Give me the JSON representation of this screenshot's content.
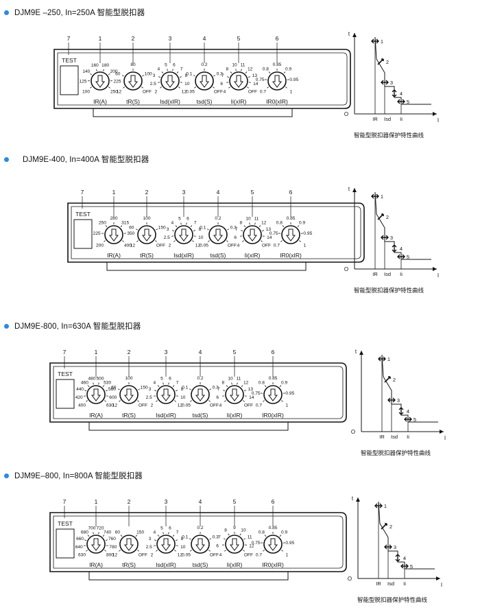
{
  "curve_caption": "智能型脱扣器保护特性曲线",
  "curve_axes": {
    "t": "t",
    "o": "O",
    "i": "I",
    "ir": "IR",
    "isd": "Isd",
    "ii": "Ii"
  },
  "test_label": "TEST",
  "sections": [
    {
      "title": "DJM9E –250, In=250A  智能型脱扣器",
      "columns": [
        "7",
        "1",
        "2",
        "3",
        "4",
        "5",
        "6"
      ],
      "dials": [
        {
          "label": "IR(A)",
          "scale": [
            "100",
            "125",
            "140",
            "160",
            "180",
            "200",
            "225",
            "250"
          ]
        },
        {
          "label": "tR(S)",
          "scale": [
            "12",
            "60",
            "80",
            "100",
            "OFF"
          ]
        },
        {
          "label": "Isd(xIR)",
          "scale": [
            "2",
            "2.5",
            "3",
            "4",
            "5",
            "6",
            "7",
            "8",
            "10",
            "12"
          ]
        },
        {
          "label": "tsd(S)",
          "scale": [
            "0.05",
            "0.1",
            "0.2",
            "0.3",
            "OFF"
          ]
        },
        {
          "label": "Ii(xIR)",
          "scale": [
            "4",
            "6",
            "7",
            "8",
            "10",
            "11",
            "12",
            "13",
            "14",
            "OFF"
          ]
        },
        {
          "label": "IR0(xIR)",
          "scale": [
            "0.7",
            "0.75",
            "0.8",
            "0.85",
            "0.9",
            "0.95",
            "1"
          ]
        }
      ],
      "markers": [
        "1",
        "2",
        "3",
        "4",
        "5"
      ]
    },
    {
      "title": "DJM9E-400, In=400A  智能型脱扣器",
      "columns": [
        "7",
        "1",
        "2",
        "3",
        "4",
        "5",
        "6"
      ],
      "dials": [
        {
          "label": "IR(A)",
          "scale": [
            "200",
            "225",
            "250",
            "280",
            "315",
            "350",
            "400"
          ]
        },
        {
          "label": "tR(S)",
          "scale": [
            "12",
            "60",
            "100",
            "150",
            "OFF"
          ]
        },
        {
          "label": "Isd(xIR)",
          "scale": [
            "2",
            "2.5",
            "3",
            "4",
            "5",
            "6",
            "7",
            "8",
            "10",
            "12"
          ]
        },
        {
          "label": "tsd(S)",
          "scale": [
            "0.05",
            "0.1",
            "0.2",
            "0.3",
            "OFF"
          ]
        },
        {
          "label": "Ii(xIR)",
          "scale": [
            "4",
            "6",
            "7",
            "8",
            "10",
            "11",
            "12",
            "13",
            "14",
            "OFF"
          ]
        },
        {
          "label": "IR0(xIR)",
          "scale": [
            "0.7",
            "0.75",
            "0.8",
            "0.85",
            "0.9",
            "0.95",
            "1"
          ]
        }
      ],
      "markers": [
        "1",
        "2",
        "3",
        "4",
        "5"
      ]
    },
    {
      "title": "DJM9E-800, In=630A  智能型脱扣器",
      "columns": [
        "7",
        "1",
        "2",
        "3",
        "4",
        "5",
        "6"
      ],
      "dials": [
        {
          "label": "IR(A)",
          "scale": [
            "400",
            "420",
            "440",
            "460",
            "480",
            "500",
            "530",
            "560",
            "600",
            "630"
          ]
        },
        {
          "label": "tR(S)",
          "scale": [
            "12",
            "60",
            "100",
            "150",
            "OFF"
          ]
        },
        {
          "label": "Isd(xIR)",
          "scale": [
            "2",
            "2.5",
            "3",
            "4",
            "5",
            "6",
            "7",
            "8",
            "10",
            "12"
          ]
        },
        {
          "label": "tsd(S)",
          "scale": [
            "0.05",
            "0.1",
            "0.2",
            "0.3",
            "OFF"
          ]
        },
        {
          "label": "Ii(xIR)",
          "scale": [
            "4",
            "6",
            "7",
            "8",
            "10",
            "11",
            "12",
            "13",
            "14",
            "OFF"
          ]
        },
        {
          "label": "IR0(xIR)",
          "scale": [
            "0.7",
            "0.75",
            "0.8",
            "0.85",
            "0.9",
            "0.95",
            "1"
          ]
        }
      ],
      "markers": [
        "1",
        "2",
        "3",
        "4",
        "5"
      ]
    },
    {
      "title": "DJM9E–800, In=800A  智能型脱扣器",
      "columns": [
        "7",
        "1",
        "2",
        "3",
        "4",
        "5",
        "6"
      ],
      "dials": [
        {
          "label": "IR(A)",
          "scale": [
            "630",
            "640",
            "660",
            "680",
            "700",
            "720",
            "740",
            "760",
            "780",
            "800"
          ]
        },
        {
          "label": "tR(S)",
          "scale": [
            "12",
            "60",
            "150",
            "OFF"
          ]
        },
        {
          "label": "Isd(xIR)",
          "scale": [
            "2",
            "2.5",
            "3",
            "4",
            "5",
            "6",
            "7",
            "8",
            "10",
            "12"
          ]
        },
        {
          "label": "tsd(S)",
          "scale": [
            "0.05",
            "0.1",
            "0.2",
            "0.3",
            "OFF"
          ]
        },
        {
          "label": "Ii(xIR)",
          "scale": [
            "4",
            "6",
            "7",
            "8",
            "9",
            "10",
            "11",
            "12",
            "OFF"
          ]
        },
        {
          "label": "IR0(xIR)",
          "scale": [
            "0.7",
            "0.75",
            "0.8",
            "0.85",
            "0.9",
            "0.95",
            "1"
          ]
        }
      ],
      "markers": [
        "1",
        "2",
        "3",
        "4",
        "5"
      ]
    }
  ]
}
